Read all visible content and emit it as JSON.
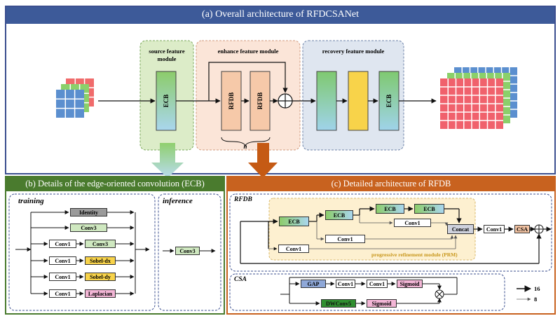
{
  "panels": {
    "a_title": "(a) Overall architecture of RFDCSANet",
    "b_title": "(b) Details of the edge-oriented convolution (ECB)",
    "c_title": "(c) Detailed architecture of RFDB"
  },
  "overall": {
    "source_module": "source feature module",
    "enhance_module": "enhance feature module",
    "recovery_module": "recovery feature module",
    "ecb": "ECB",
    "rfdb": "RFDB",
    "repeat": "n"
  },
  "ecb_detail": {
    "training": "training",
    "inference": "inference",
    "identity": "Identity",
    "conv3": "Conv3",
    "conv1": "Conv1",
    "sobel_dx": "Sobel-dx",
    "sobel_dy": "Sobel-dy",
    "laplacian": "Laplacian"
  },
  "rfdb_detail": {
    "rfdb_label": "RFDB",
    "ecb": "ECB",
    "conv1": "Conv1",
    "concat": "Concat",
    "csa": "CSA",
    "prm_label": "progressive refinement module (PRM)",
    "csa_label": "CSA",
    "gap": "GAP",
    "sigmoid": "Sigmoid",
    "dwconv": "DWConv5"
  },
  "legend": {
    "thick": "16",
    "thin": "8"
  },
  "colors": {
    "panel_a_border": "#3b4f8f",
    "panel_a_header": "#3d5a99",
    "panel_b": "#4a7b2e",
    "panel_c": "#c8621f",
    "source_fill": "#dcecc8",
    "enhance_fill": "#fbe5d8",
    "recovery_fill": "#dfe6f0",
    "rfdb_fill": "#f6c9a9",
    "prm_fill": "#fdf0d0",
    "conv_green": "#cfe8c0",
    "sobel_yellow": "#f8d34a",
    "laplacian_pink": "#f3b6d6",
    "identity_gray": "#9a9a9a",
    "gap_blue": "#8fa8d8",
    "csa_orange": "#f2c3a3",
    "dwconv_green": "#2f8f2f"
  }
}
